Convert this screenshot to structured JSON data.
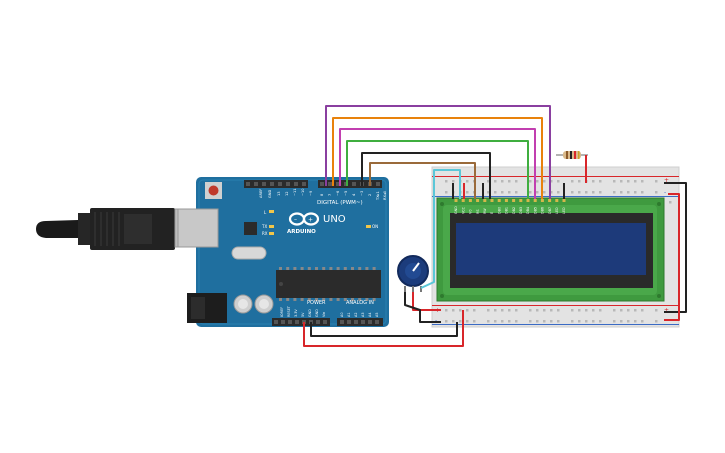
{
  "arduino": {
    "brand": "ARDUINO",
    "model": "UNO",
    "digital_header_label": "DIGITAL (PWM~)",
    "power_label": "POWER",
    "analog_label": "ANALOG IN",
    "led_l": "L",
    "led_tx": "TX",
    "led_rx": "RX",
    "led_on": "ON",
    "colors": {
      "board": "#1f6f9f",
      "header": "#2b2b2b"
    }
  },
  "lcd": {
    "pin_labels": [
      "GND",
      "VCC",
      "V0",
      "RS",
      "RW",
      "E",
      "DB0",
      "DB1",
      "DB2",
      "DB3",
      "DB4",
      "DB5",
      "DB6",
      "DB7",
      "LED",
      "LED"
    ],
    "colors": {
      "pcb": "#3f9a3f",
      "screen": "#1d3a7a"
    }
  },
  "wires": {
    "colors": {
      "purple": "#8a3fa0",
      "orange": "#e8820c",
      "magenta": "#c23fb0",
      "green": "#3fae3f",
      "black": "#222222",
      "brown": "#9a6a3a",
      "cyan": "#5bc7d8",
      "red": "#d8262a"
    }
  },
  "breadboard": {
    "rail_plus": "+",
    "rail_minus": "-"
  }
}
